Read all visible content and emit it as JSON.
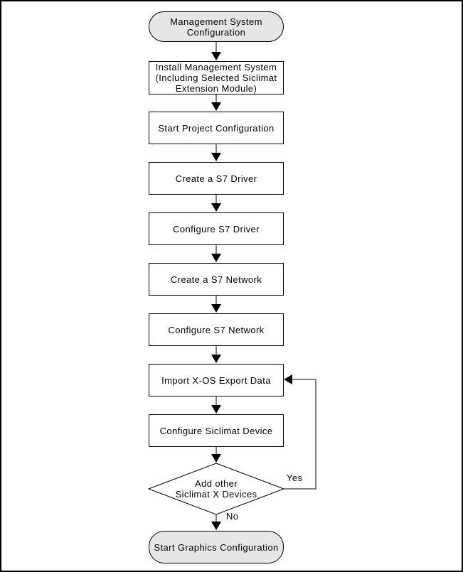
{
  "flowchart": {
    "nodes": [
      {
        "id": "start",
        "type": "terminator",
        "label": "Management System\nConfiguration"
      },
      {
        "id": "install-management-system",
        "type": "process",
        "label": "Install Management System\n(Including Selected Siclimat\nExtension Module)"
      },
      {
        "id": "start-project-configuration",
        "type": "process",
        "label": "Start Project Configuration"
      },
      {
        "id": "create-s7-driver",
        "type": "process",
        "label": "Create a S7 Driver"
      },
      {
        "id": "configure-s7-driver",
        "type": "process",
        "label": "Configure S7 Driver"
      },
      {
        "id": "create-s7-network",
        "type": "process",
        "label": "Create a S7 Network"
      },
      {
        "id": "configure-s7-network",
        "type": "process",
        "label": "Configure S7 Network"
      },
      {
        "id": "import-x-os-export-data",
        "type": "process",
        "label": "Import X-OS Export Data"
      },
      {
        "id": "configure-siclimat-device",
        "type": "process",
        "label": "Configure Siclimat Device"
      },
      {
        "id": "add-other-siclimat-x-devices",
        "type": "decision",
        "label": "Add other\nSiclimat X Devices"
      },
      {
        "id": "end",
        "type": "terminator",
        "label": "Start Graphics Configuration"
      }
    ],
    "edge_labels": {
      "yes": "Yes",
      "no": "No"
    },
    "colors": {
      "terminator_fill": "#e6e6e6",
      "process_fill": "#ffffff",
      "decision_fill": "#ffffff",
      "line": "#000000",
      "background": "#ffffff"
    }
  }
}
